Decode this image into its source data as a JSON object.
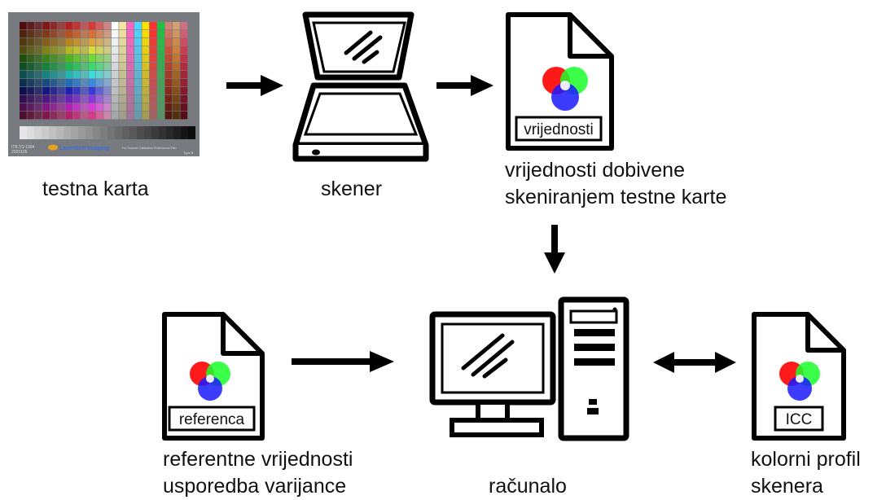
{
  "nodes": {
    "test_chart": {
      "caption": "testna karta",
      "chart_text": {
        "bottom_left_line1": "IT8.7/1-1994",
        "bottom_left_line2": "2020105",
        "brand": "LaserSoft Imaging",
        "right_text": "For Scanner Calibration Professional Film",
        "type": "Type B"
      }
    },
    "scanner": {
      "caption": "skener"
    },
    "scan_values": {
      "doc_label": "vrijednosti",
      "caption_line1": "vrijednosti dobivene",
      "caption_line2": "skeniranjem testne karte"
    },
    "reference": {
      "doc_label": "referenca",
      "caption_line1": "referentne vrijednosti",
      "caption_line2": "usporedba varijance"
    },
    "computer": {
      "caption": "računalo"
    },
    "icc_profile": {
      "doc_label": "ICC",
      "caption_line1": "kolorni profil",
      "caption_line2": "skenera"
    }
  },
  "colors": {
    "rgb_red": "#ff1a1a",
    "rgb_green": "#1aff2a",
    "rgb_blue": "#1a1aff",
    "line": "#000000"
  },
  "icons": [
    "test-chart-image",
    "scanner-icon",
    "document-icon",
    "rgb-circles-icon",
    "computer-icon",
    "arrow-icon"
  ]
}
